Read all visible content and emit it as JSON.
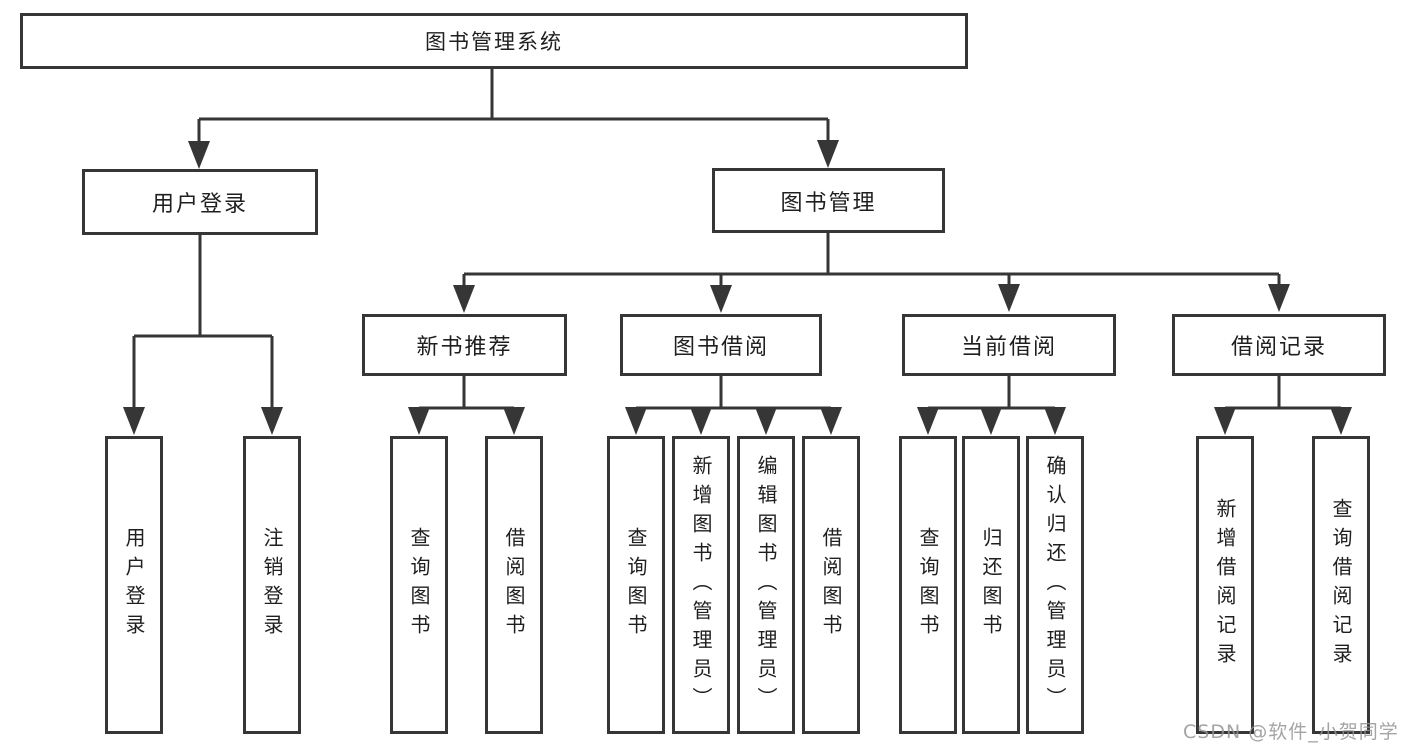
{
  "colors": {
    "line": "#363636",
    "box_border": "#363636",
    "text": "#1f1f1f",
    "watermark": "#949494",
    "background": "#ffffff"
  },
  "watermark": {
    "text": "CSDN @软件_小贺同学"
  },
  "tree": {
    "root": "图书管理系统",
    "branches": [
      {
        "label": "用户登录",
        "children": [
          "用户登录",
          "注销登录"
        ]
      },
      {
        "label": "图书管理",
        "sections": [
          {
            "label": "新书推荐",
            "children": [
              "查询图书",
              "借阅图书"
            ]
          },
          {
            "label": "图书借阅",
            "children": [
              "查询图书",
              "新增图书（管理员）",
              "编辑图书（管理员）",
              "借阅图书"
            ]
          },
          {
            "label": "当前借阅",
            "children": [
              "查询图书",
              "归还图书",
              "确认归还（管理员）"
            ]
          },
          {
            "label": "借阅记录",
            "children": [
              "新增借阅记录",
              "查询借阅记录"
            ]
          }
        ]
      }
    ]
  }
}
